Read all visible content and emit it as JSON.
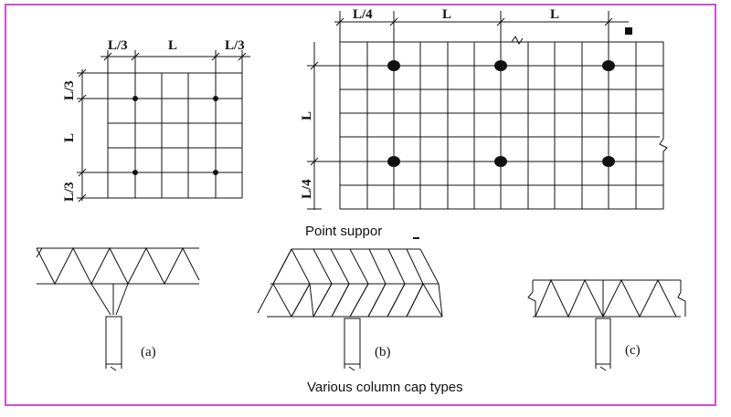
{
  "colors": {
    "frame": "#d24dd2",
    "line": "#111111"
  },
  "left_plan": {
    "dim_top": [
      "L/3",
      "L",
      "L/3"
    ],
    "dim_left": [
      "L/3",
      "L",
      "L/3"
    ]
  },
  "right_plan": {
    "dim_top": [
      "L/4",
      "L",
      "L"
    ],
    "dim_left": [
      "L",
      "L/4"
    ]
  },
  "caption_top": "Point suppor",
  "caption_bottom": "Various column cap types",
  "cap_labels": [
    "(a)",
    "(b)",
    "(c)"
  ]
}
